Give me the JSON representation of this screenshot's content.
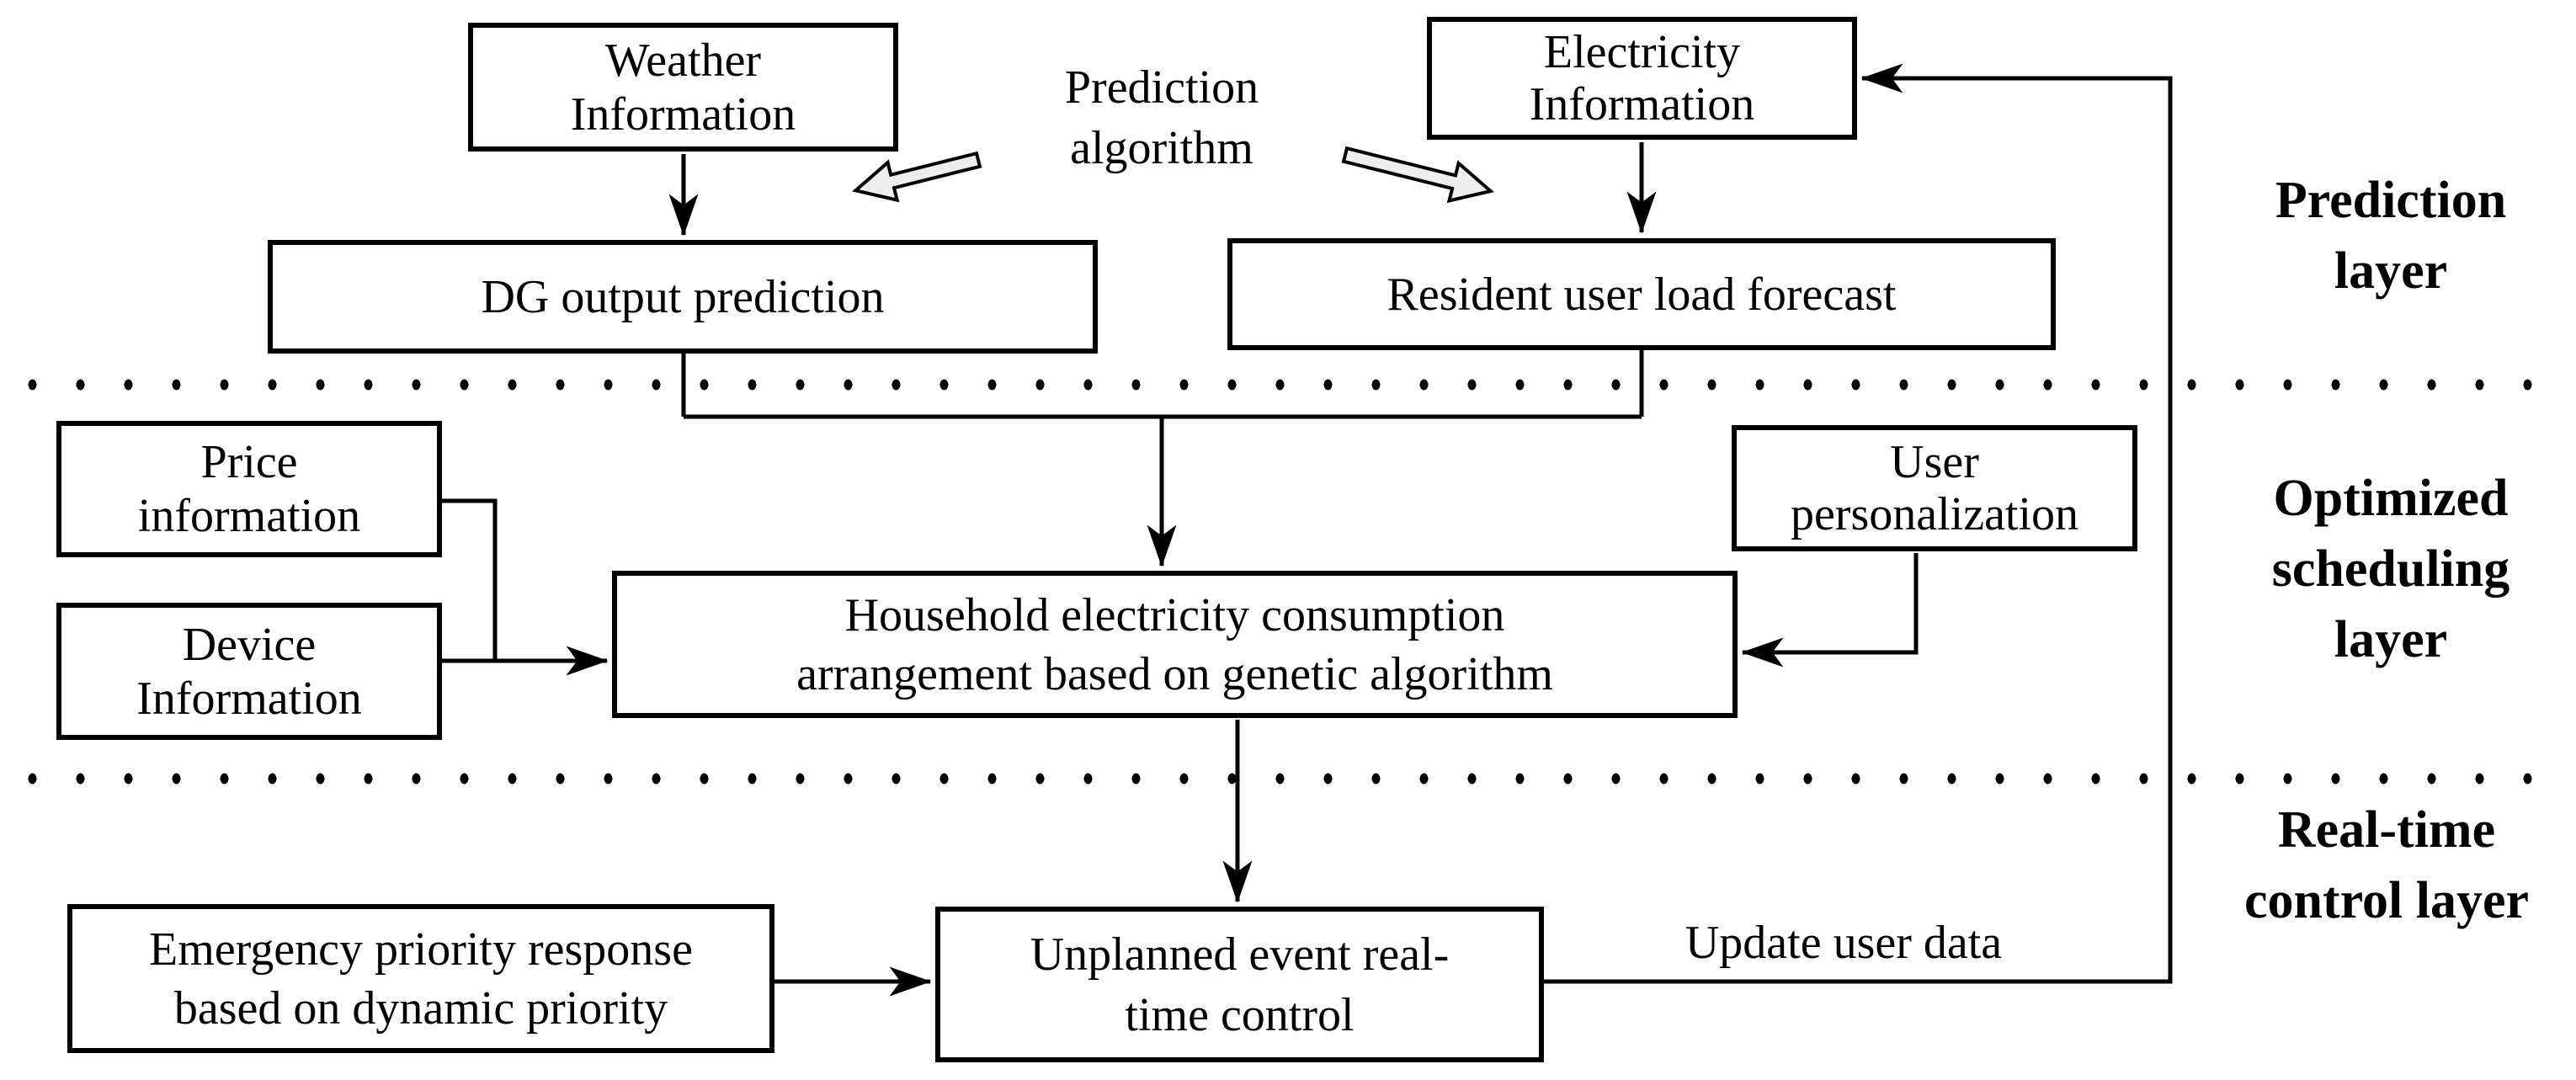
{
  "figure": {
    "background": "#ffffff",
    "ink": "#000000",
    "block_arrow_fill": "#ededed",
    "nodes": {
      "weather": {
        "lines": [
          "Weather",
          "Information"
        ]
      },
      "electricity": {
        "lines": [
          "Electricity",
          "Information"
        ]
      },
      "dg": {
        "lines": [
          "DG output prediction"
        ]
      },
      "resident": {
        "lines": [
          "Resident user load forecast"
        ]
      },
      "price": {
        "lines": [
          "Price",
          "information"
        ]
      },
      "device": {
        "lines": [
          "Device",
          "Information"
        ]
      },
      "user_personalization": {
        "lines": [
          "User",
          "personalization"
        ]
      },
      "household": {
        "lines": [
          "Household electricity consumption",
          "arrangement based on genetic algorithm"
        ]
      },
      "emergency": {
        "lines": [
          "Emergency priority response",
          "based on dynamic priority"
        ]
      },
      "unplanned": {
        "lines": [
          "Unplanned event real-",
          "time control"
        ]
      }
    },
    "annotations": {
      "prediction_algorithm": {
        "lines": [
          "Prediction",
          "algorithm"
        ]
      },
      "update_user_data": {
        "lines": [
          "Update user data"
        ]
      }
    },
    "layer_labels": {
      "prediction": {
        "lines": [
          "Prediction",
          "layer"
        ]
      },
      "optimized_scheduling": {
        "lines": [
          "Optimized",
          "scheduling",
          "layer"
        ]
      },
      "realtime_control": {
        "lines": [
          "Real-time",
          "control layer"
        ]
      }
    }
  }
}
